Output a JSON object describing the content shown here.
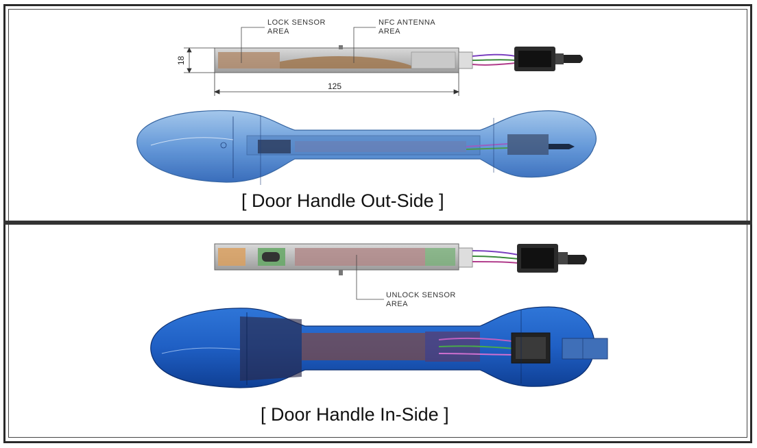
{
  "outside": {
    "caption": "[ Door Handle Out-Side ]",
    "label_lock_1": "LOCK SENSOR",
    "label_lock_2": "AREA",
    "label_nfc_1": "NFC ANTENNA",
    "label_nfc_2": "AREA",
    "dim_height": "18",
    "dim_length": "125"
  },
  "inside": {
    "caption": "[ Door Handle In-Side ]",
    "label_unlock_1": "UNLOCK SENSOR",
    "label_unlock_2": "AREA"
  }
}
